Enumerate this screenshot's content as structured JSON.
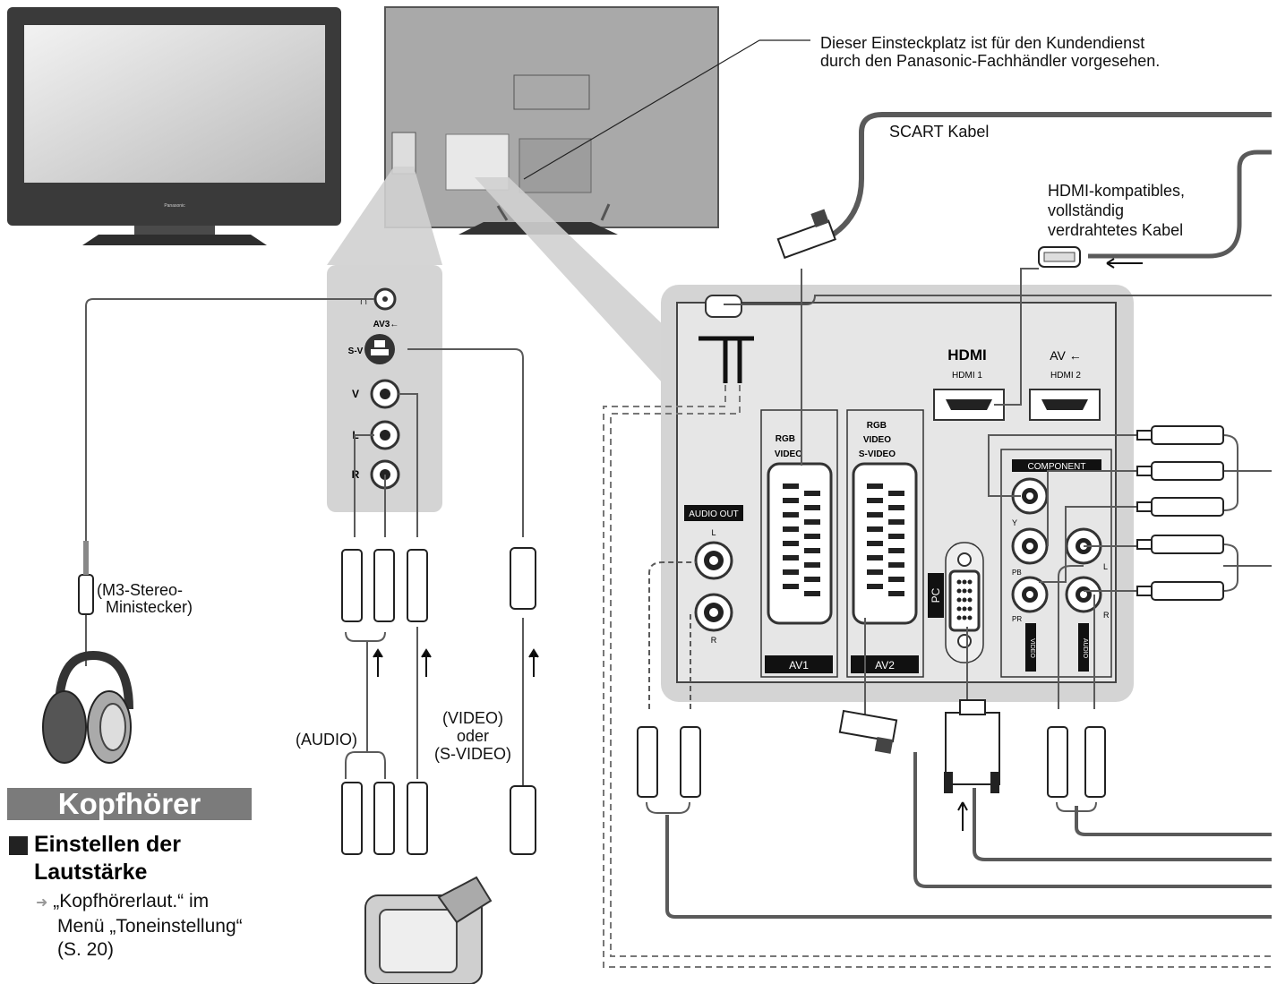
{
  "service_note": [
    "Dieser Einsteckplatz ist für den Kundendienst",
    "durch den Panasonic-Fachhändler vorgesehen."
  ],
  "scart_cable": "SCART Kabel",
  "hdmi_cable": [
    "HDMI-kompatibles,",
    "vollständig",
    "verdrahtetes Kabel"
  ],
  "tv_brand": "Panasonic",
  "side_panel": {
    "headphone": "∩",
    "av3": "AV3←",
    "sv": "S-V",
    "v": "V",
    "l": "L",
    "r": "R"
  },
  "panel": {
    "hdmi_logo": "HDMI",
    "hdmi1": "HDMI 1",
    "av_in": "AV ←",
    "hdmi2": "HDMI 2",
    "audio_out": "AUDIO OUT",
    "l": "L",
    "r": "R",
    "av1_labels": [
      "RGB",
      "VIDEO"
    ],
    "av2_labels": [
      "RGB",
      "VIDEO",
      "S-VIDEO"
    ],
    "av1": "AV1",
    "av2": "AV2",
    "pc": "PC",
    "component": "COMPONENT",
    "y": "Y",
    "pb": "PB",
    "pr": "PR",
    "video_vertical": "VIDEO",
    "audio_vertical": "AUDIO"
  },
  "plug_label": [
    "(M3-Stereo-",
    "Ministecker)"
  ],
  "audio_label": "(AUDIO)",
  "video_label": [
    "(VIDEO)",
    "oder",
    "(S-VIDEO)"
  ],
  "headphones_title": "Kopfhörer",
  "volume_heading": [
    "Einstellen der",
    "Lautstärke"
  ],
  "volume_ref": [
    "„Kopfhörerlaut.“ im",
    "Menü „Toneinstellung“",
    "(S. 20)"
  ],
  "colors": {
    "panel": "#d4d4d4",
    "inner": "#e6e6e6",
    "label_bg": "#7b7b7b",
    "cable": "#5a5a5a"
  }
}
